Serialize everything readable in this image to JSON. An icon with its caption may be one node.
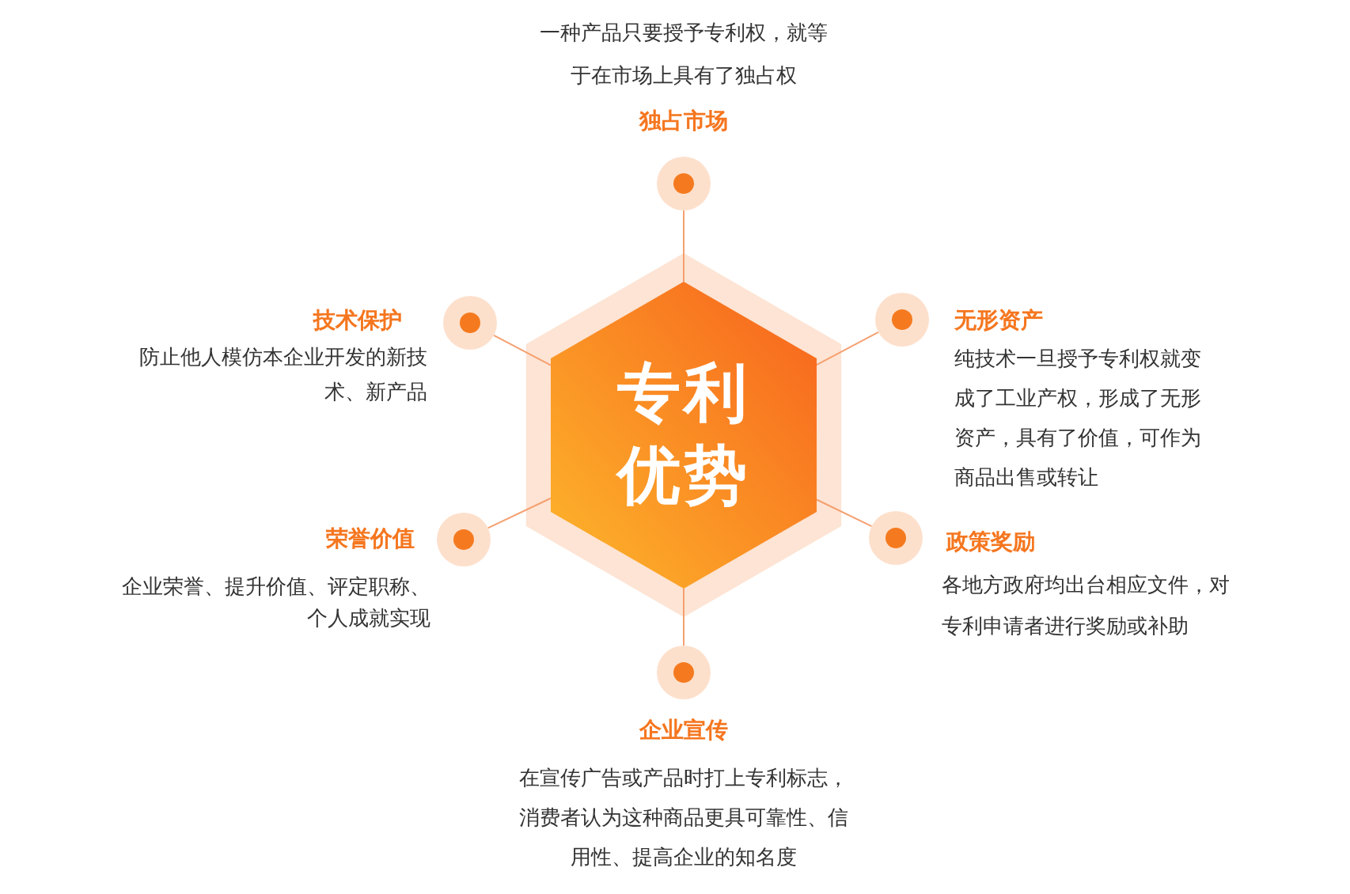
{
  "diagram": {
    "nodes": [
      {
        "text": [
          "专利优势"
        ]
      },
      {
        "text": [
          "一种产品只要授予专利权，就等于在市场上具有了独占权",
          "独占市场"
        ]
      },
      {
        "text": [
          "技术保护",
          "防止他人模仿本企业开发的新技术、新产品"
        ]
      },
      {
        "text": [
          "无形资产",
          "纯技术一旦授予专利权就变成了工业产权，形成了无形资产，具有了价值，可作为商品出售或转让"
        ]
      },
      {
        "text": [
          "荣誉价值",
          "企业荣誉、提升价值、评定职称、个人成就实现"
        ]
      },
      {
        "text": [
          "政策奖励",
          "各地方政府均出台相应文件，对专利申请者进行奖励或补助"
        ]
      },
      {
        "text": [
          "企业宣传",
          "在宣传广告或产品时打上专利标志，消费者认为这种商品更具可靠性、信用性、提高企业的知名度"
        ]
      }
    ],
    "edges": [
      {
        "from": 0,
        "to": 1,
        "arrow": "none"
      },
      {
        "from": 0,
        "to": 2,
        "arrow": "none"
      },
      {
        "from": 0,
        "to": 3,
        "arrow": "none"
      },
      {
        "from": 0,
        "to": 4,
        "arrow": "none"
      },
      {
        "from": 0,
        "to": 5,
        "arrow": "none"
      },
      {
        "from": 0,
        "to": 6,
        "arrow": "none"
      }
    ]
  }
}
